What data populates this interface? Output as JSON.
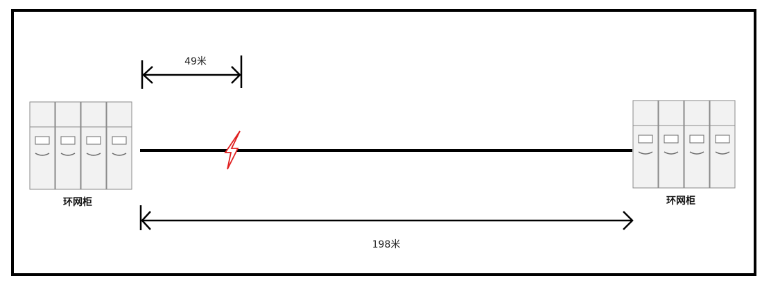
{
  "diagram": {
    "cabinet_left_label": "环网柜",
    "cabinet_right_label": "环网柜",
    "fault_distance_label": "49米",
    "total_distance_label": "198米",
    "fault_distance_m": 49,
    "total_distance_m": 198,
    "colors": {
      "line": "#000000",
      "fault": "#e02020",
      "cabinet_stroke": "#8a8a8a",
      "cabinet_fill": "#f2f2f2"
    }
  }
}
